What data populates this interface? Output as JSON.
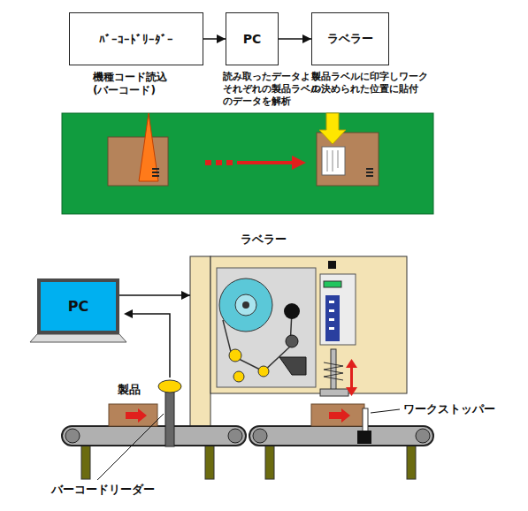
{
  "diagram": {
    "nodes": [
      {
        "text": [
          "ﾊﾞｰｺｰﾄﾞﾘｰﾀﾞｰ"
        ]
      },
      {
        "text": [
          "PC"
        ]
      },
      {
        "text": [
          "ラベラー"
        ]
      },
      {
        "text": [
          "PC"
        ]
      },
      {
        "text": [
          "ラベラー"
        ]
      }
    ],
    "edges": [
      {
        "from": 0,
        "to": 1,
        "arrow": "to"
      },
      {
        "from": 1,
        "to": 2,
        "arrow": "to"
      },
      {
        "from": 3,
        "to": 4,
        "arrow": "to"
      }
    ],
    "labels": [
      "機種コード読込 (バーコード)",
      "読み取ったデータより それぞれの製品ラベル のデータを解析",
      "製品ラベルに印字しワーク の決められた位置に貼付",
      "製品",
      "ワークストッパー",
      "バーコードリーダー"
    ]
  }
}
